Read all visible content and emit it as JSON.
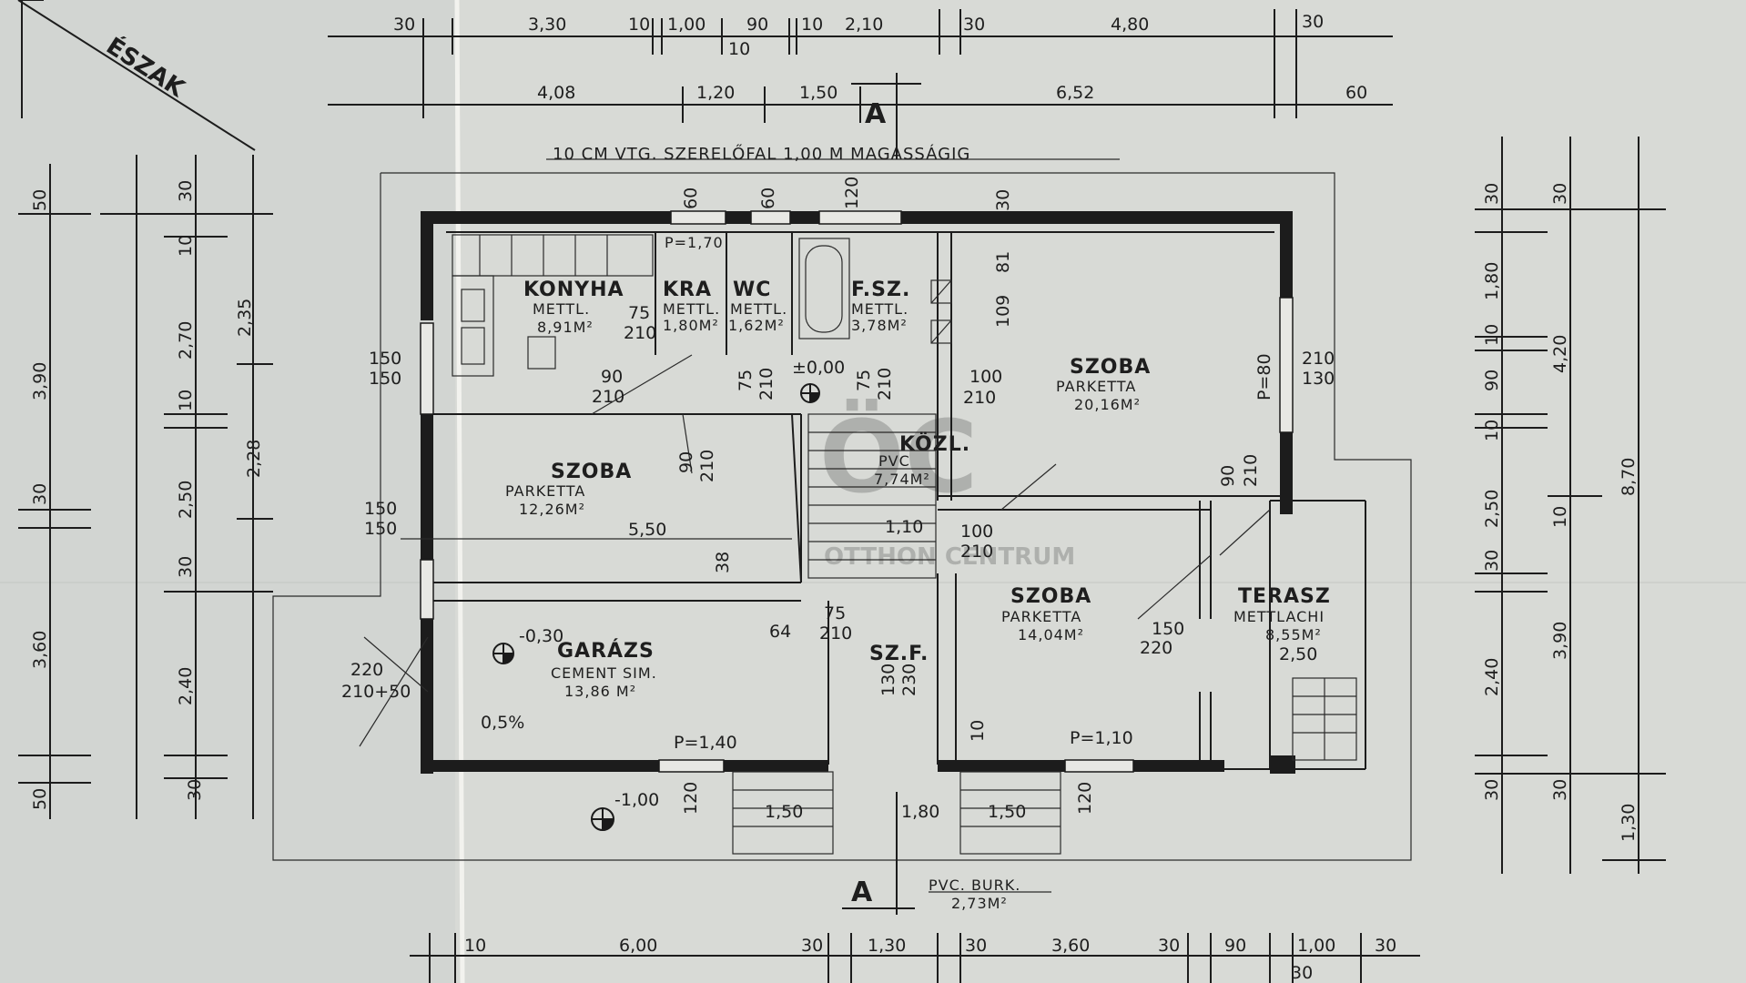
{
  "north_label": "ÉSZAK",
  "section_marker": "A",
  "header_note": "10 CM VTG. SZERELŐFAL 1,00 M MAGASSÁGIG",
  "watermark": {
    "logo": "ÖC",
    "text": "OTTHON CENTRUM"
  },
  "rooms": {
    "konyha": {
      "name": "KONYHA",
      "floor": "METTL.",
      "area": "8,91M²"
    },
    "kamra": {
      "name": "KRA",
      "floor": "METTL.",
      "area": "1,80M²"
    },
    "wc": {
      "name": "WC",
      "floor": "METTL.",
      "area": "1,62M²"
    },
    "furdo": {
      "name": "F.SZ.",
      "floor": "METTL.",
      "area": "3,78M²"
    },
    "szoba_ne": {
      "name": "SZOBA",
      "floor": "PARKETTA",
      "area": "20,16M²"
    },
    "szoba_w": {
      "name": "SZOBA",
      "floor": "PARKETTA",
      "area": "12,26M²"
    },
    "kozl": {
      "name": "KÖZL.",
      "floor": "PVC",
      "area": "7,74M²"
    },
    "szoba_s": {
      "name": "SZOBA",
      "floor": "PARKETTA",
      "area": "14,04M²"
    },
    "terasz": {
      "name": "TERASZ",
      "floor": "METTLACHI",
      "area": "8,55M²"
    },
    "garazs": {
      "name": "GARÁZS",
      "floor": "CEMENT SIM.",
      "area": "13,86 M²"
    },
    "szf": {
      "name": "SZ.F."
    },
    "entrance": {
      "floor": "PVC. BURK.",
      "area": "2,73M²"
    }
  },
  "levels": {
    "zero": "±0,00",
    "garage": "-0,30",
    "outside": "-1,00",
    "slope": "0,5%"
  },
  "top_dims_row1": [
    "30",
    "3,30",
    "10",
    "1,00",
    "90",
    "10",
    "2,10",
    "30",
    "4,80",
    "30",
    "10"
  ],
  "top_dims_row2": [
    "4,08",
    "1,20",
    "1,50",
    "6,52",
    "60"
  ],
  "bottom_dims": [
    "10",
    "6,00",
    "30",
    "1,30",
    "30",
    "3,60",
    "30",
    "90",
    "1,00",
    "30",
    "30"
  ],
  "left_dims_outer": [
    "50",
    "3,90",
    "30",
    "3,60",
    "50"
  ],
  "left_dims_mid": [
    "30",
    "10",
    "2,70",
    "10",
    "2,50",
    "30",
    "2,40",
    "30"
  ],
  "left_dims_inner": [
    "2,35",
    "2,28"
  ],
  "right_dims_inner": [
    "30",
    "1,80",
    "10",
    "90",
    "10",
    "2,50",
    "30",
    "2,40",
    "30"
  ],
  "right_dims_mid": [
    "30",
    "4,20",
    "10",
    "3,90",
    "30"
  ],
  "right_dims_outer": [
    "8,70",
    "1,30"
  ],
  "inner_labels": {
    "win_w1": [
      "150",
      "150"
    ],
    "win_w2": [
      "150",
      "150"
    ],
    "d_konyha": [
      "75",
      "210"
    ],
    "d_konyha2": [
      "90",
      "210"
    ],
    "d_szoba_w": [
      "90",
      "210"
    ],
    "d_wc": [
      "75",
      "210"
    ],
    "d_fsz": [
      "75",
      "210"
    ],
    "d_szoba_ne": [
      "100",
      "210"
    ],
    "d_kozl": [
      "1,10"
    ],
    "d_kozl2": [
      "100",
      "210"
    ],
    "d_szoba_s2": [
      "90",
      "210"
    ],
    "dim_550": "5,50",
    "d_garage": [
      "220",
      "210+50"
    ],
    "d_szf": [
      "75",
      "210"
    ],
    "d_szf2": [
      "130",
      "230"
    ],
    "d_terasz": [
      "150",
      "220"
    ],
    "terasz_width": "2,50",
    "win_ne": [
      "210",
      "130"
    ],
    "win_top": [
      "60",
      "60",
      "120"
    ],
    "sill_p80": "P=80",
    "sill_p140": "P=1,40",
    "sill_p110": "P=1,10",
    "sill_p170": "P=1,70",
    "stairs1": "1,50",
    "stairs2": "1,80",
    "stairs3": "1,50",
    "win_s": [
      "120",
      "120"
    ],
    "small_30": "30",
    "small_38": "38",
    "small_64": "64",
    "small_10": "10",
    "fsz_81": "81",
    "fsz_109": "109"
  }
}
